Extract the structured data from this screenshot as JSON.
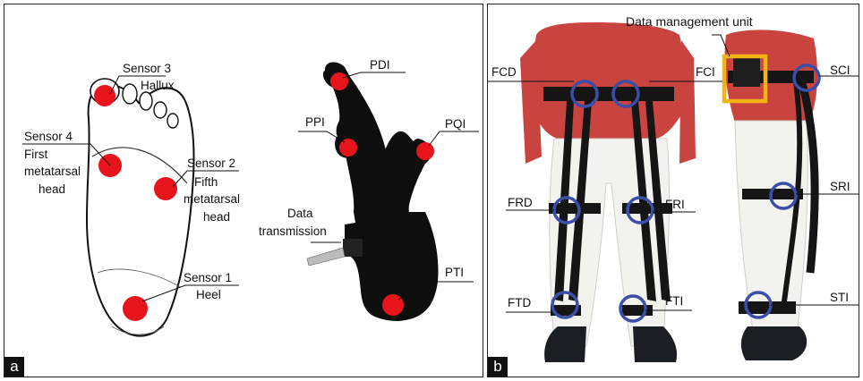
{
  "panel_a": {
    "letter": "a",
    "sensor3": "Sensor 3",
    "hallux": "Hallux",
    "sensor4": "Sensor 4",
    "first": "First",
    "metatarsal": "metatarsal",
    "head": "head",
    "sensor2": "Sensor 2",
    "fifth": "Fifth",
    "metatarsal2": "metatarsal",
    "head2": "head",
    "sensor1": "Sensor 1",
    "heel": "Heel",
    "pdi": "PDI",
    "ppi": "PPI",
    "pqi": "PQI",
    "pti": "PTI",
    "data": "Data",
    "transmission": "transmission"
  },
  "panel_b": {
    "letter": "b",
    "data_management_unit": "Data management unit",
    "fcd": "FCD",
    "fci": "FCI",
    "sci": "SCI",
    "frd": "FRD",
    "fri": "FRI",
    "sri": "SRI",
    "ftd": "FTD",
    "fti": "FTI",
    "sti": "STI"
  },
  "colors": {
    "sensor_dot": "#e8141b",
    "harness_circle": "#3b4ea8",
    "dmu_box": "#f2b316",
    "shirt": "#c9433f",
    "pants": "#f2f2ee",
    "strap": "#151515"
  }
}
